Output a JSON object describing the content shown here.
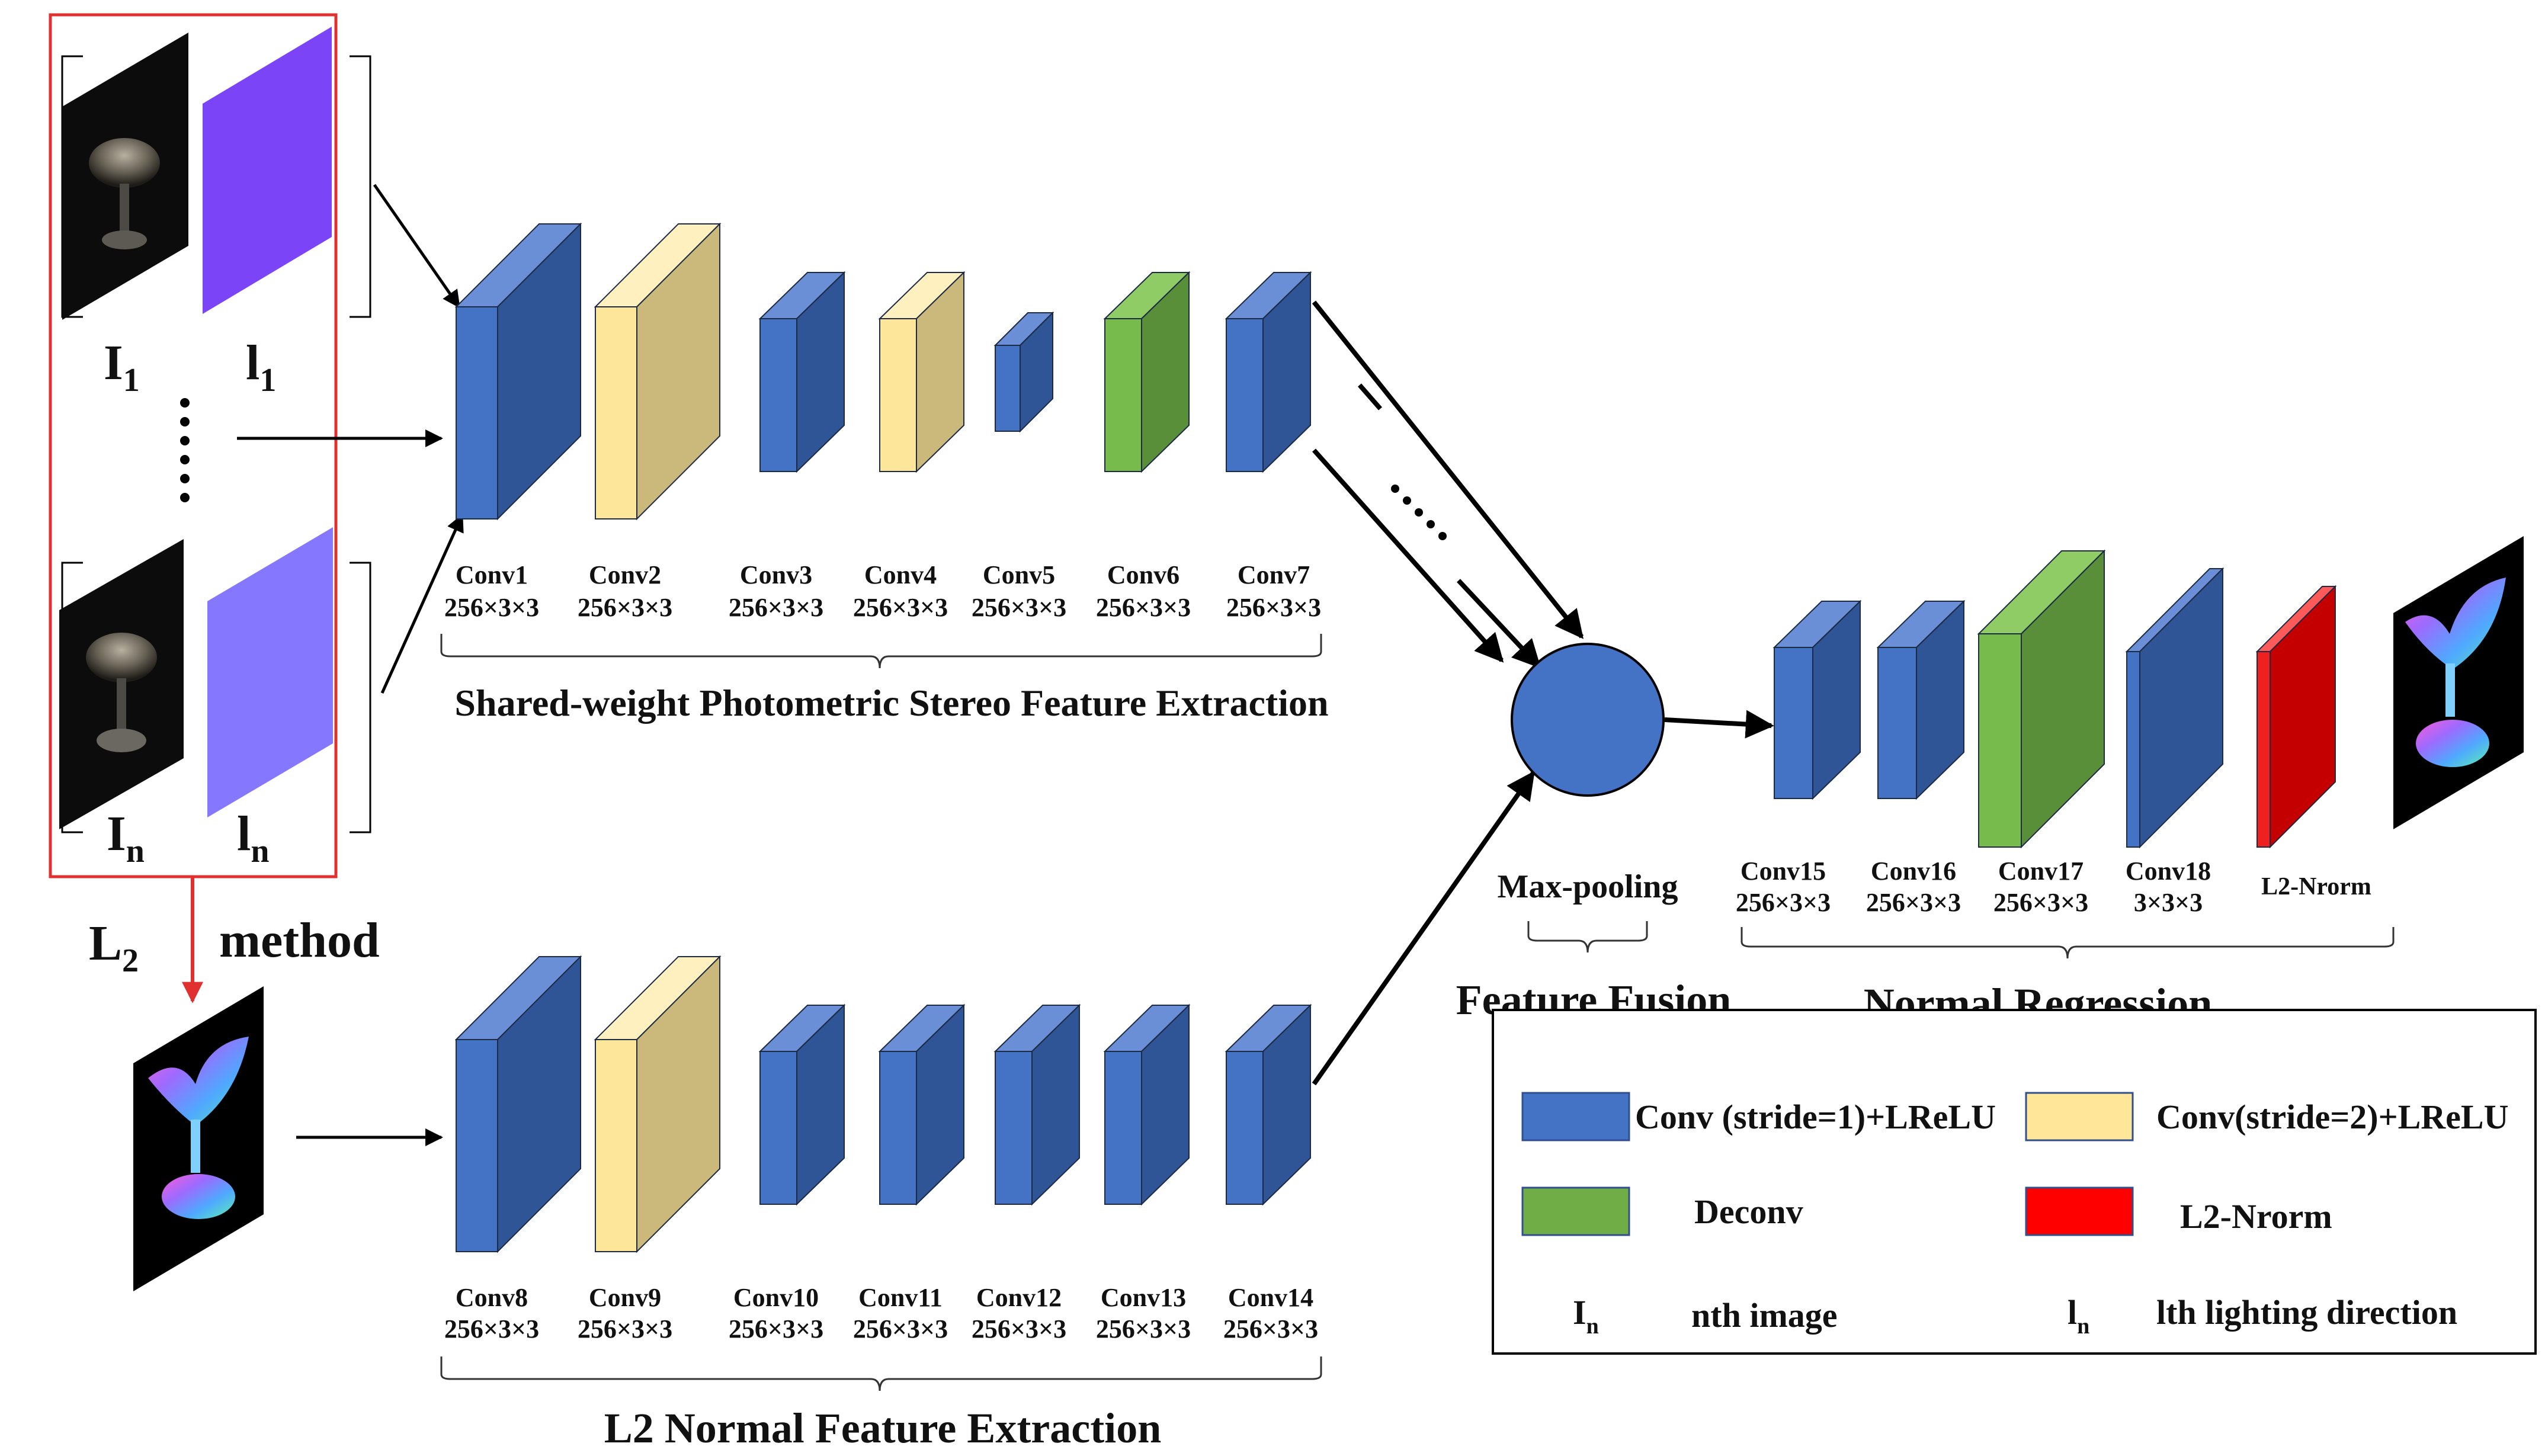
{
  "inputs": {
    "first_image": "I",
    "first_image_sub": "1",
    "first_light": "l",
    "first_light_sub": "1",
    "nth_image": "I",
    "nth_image_sub": "n",
    "nth_light": "l",
    "nth_light_sub": "n",
    "l2_label": "L",
    "l2_sub": "2",
    "method_label": "method"
  },
  "top_branch": {
    "title": "Shared-weight Photometric Stereo Feature Extraction",
    "layers": [
      {
        "name": "Conv1",
        "dims": "256×3×3",
        "kind": "conv_stride1"
      },
      {
        "name": "Conv2",
        "dims": "256×3×3",
        "kind": "conv_stride2"
      },
      {
        "name": "Conv3",
        "dims": "256×3×3",
        "kind": "conv_stride1"
      },
      {
        "name": "Conv4",
        "dims": "256×3×3",
        "kind": "conv_stride2"
      },
      {
        "name": "Conv5",
        "dims": "256×3×3",
        "kind": "conv_stride1"
      },
      {
        "name": "Conv6",
        "dims": "256×3×3",
        "kind": "deconv"
      },
      {
        "name": "Conv7",
        "dims": "256×3×3",
        "kind": "conv_stride1"
      }
    ]
  },
  "bottom_branch": {
    "title": "L2 Normal Feature Extraction",
    "layers": [
      {
        "name": "Conv8",
        "dims": "256×3×3",
        "kind": "conv_stride1"
      },
      {
        "name": "Conv9",
        "dims": "256×3×3",
        "kind": "conv_stride2"
      },
      {
        "name": "Conv10",
        "dims": "256×3×3",
        "kind": "conv_stride1"
      },
      {
        "name": "Conv11",
        "dims": "256×3×3",
        "kind": "conv_stride1"
      },
      {
        "name": "Conv12",
        "dims": "256×3×3",
        "kind": "conv_stride1"
      },
      {
        "name": "Conv13",
        "dims": "256×3×3",
        "kind": "conv_stride1"
      },
      {
        "name": "Conv14",
        "dims": "256×3×3",
        "kind": "conv_stride1"
      }
    ]
  },
  "fusion": {
    "node_label": "Max-pooling",
    "title": "Feature Fusion"
  },
  "regression": {
    "title": "Normal Regression",
    "layers": [
      {
        "name": "Conv15",
        "dims": "256×3×3",
        "kind": "conv_stride1"
      },
      {
        "name": "Conv16",
        "dims": "256×3×3",
        "kind": "conv_stride1"
      },
      {
        "name": "Conv17",
        "dims": "256×3×3",
        "kind": "deconv"
      },
      {
        "name": "Conv18",
        "dims": "3×3×3",
        "kind": "conv_stride1"
      },
      {
        "name": "L2-Nrorm",
        "dims": "",
        "kind": "l2_norm"
      }
    ]
  },
  "legend": {
    "conv_stride1": "Conv (stride=1)+LReLU",
    "conv_stride2": "Conv(stride=2)+LReLU",
    "deconv": "Deconv",
    "l2_norm": "L2-Nrorm",
    "image_symbol": "I",
    "image_symbol_sub": "n",
    "image_desc": "nth image",
    "light_symbol": "l",
    "light_symbol_sub": "n",
    "light_desc": "lth lighting direction"
  },
  "colors": {
    "conv_stride1": "#4472c4",
    "conv_stride2": "#ffe699",
    "deconv": "#70ad47",
    "l2_norm": "#ff0000",
    "fusion_node": "#4472c4",
    "input_frame": "#e03030",
    "light_top": "#7b44f6",
    "light_bottom": "#8677ff"
  }
}
